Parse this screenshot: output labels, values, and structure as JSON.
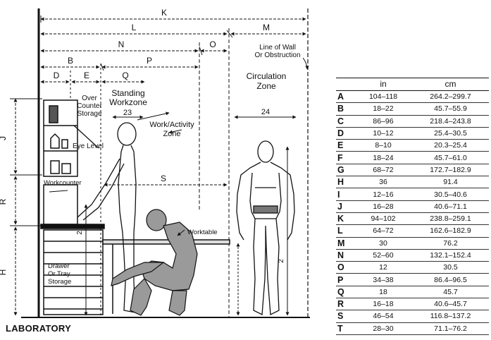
{
  "caption": "LABORATORY",
  "labels": {
    "K": "K",
    "L": "L",
    "M": "M",
    "N": "N",
    "O": "O",
    "B": "B",
    "P": "P",
    "D": "D",
    "E": "E",
    "Q": "Q",
    "J": "J",
    "R": "R",
    "H": "H",
    "S": "S",
    "two_a": "2",
    "two_b": "2",
    "d23": "23",
    "d24": "24",
    "wall_line1": "Line of Wall",
    "wall_line2": "Or Obstruction",
    "circ1": "Circulation",
    "circ2": "Zone",
    "stand1": "Standing",
    "stand2": "Workzone",
    "over1": "Over",
    "over2": "Counter",
    "over3": "Storage",
    "eye": "Eye Level",
    "work1": "Work/Activity",
    "work2": "Zone",
    "workcounter": "Workcounter",
    "worktable": "Worktable",
    "drawer1": "Drawer",
    "drawer2": "Or Tray",
    "drawer3": "Storage"
  },
  "table": {
    "header_in": "in",
    "header_cm": "cm",
    "rows": [
      {
        "label": "A",
        "in": "104–118",
        "cm": "264.2–299.7"
      },
      {
        "label": "B",
        "in": "18–22",
        "cm": "45.7–55.9"
      },
      {
        "label": "C",
        "in": "86–96",
        "cm": "218.4–243.8"
      },
      {
        "label": "D",
        "in": "10–12",
        "cm": "25.4–30.5"
      },
      {
        "label": "E",
        "in": "8–10",
        "cm": "20.3–25.4"
      },
      {
        "label": "F",
        "in": "18–24",
        "cm": "45.7–61.0"
      },
      {
        "label": "G",
        "in": "68–72",
        "cm": "172.7–182.9"
      },
      {
        "label": "H",
        "in": "36",
        "cm": "91.4"
      },
      {
        "label": "I",
        "in": "12–16",
        "cm": "30.5–40.6"
      },
      {
        "label": "J",
        "in": "16–28",
        "cm": "40.6–71.1"
      },
      {
        "label": "K",
        "in": "94–102",
        "cm": "238.8–259.1"
      },
      {
        "label": "L",
        "in": "64–72",
        "cm": "162.6–182.9"
      },
      {
        "label": "M",
        "in": "30",
        "cm": "76.2"
      },
      {
        "label": "N",
        "in": "52–60",
        "cm": "132.1–152.4"
      },
      {
        "label": "O",
        "in": "12",
        "cm": "30.5"
      },
      {
        "label": "P",
        "in": "34–38",
        "cm": "86.4–96.5"
      },
      {
        "label": "Q",
        "in": "18",
        "cm": "45.7"
      },
      {
        "label": "R",
        "in": "16–18",
        "cm": "40.6–45.7"
      },
      {
        "label": "S",
        "in": "46–54",
        "cm": "116.8–137.2"
      },
      {
        "label": "T",
        "in": "28–30",
        "cm": "71.1–76.2"
      }
    ]
  }
}
